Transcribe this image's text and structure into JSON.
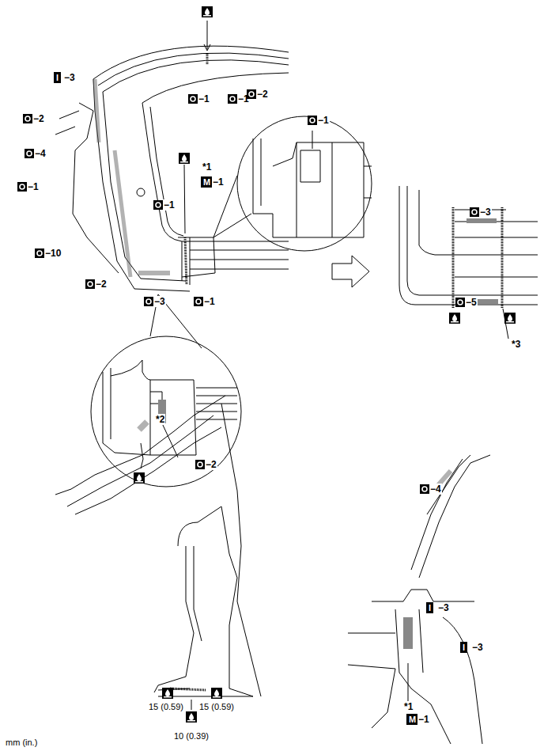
{
  "diagram": {
    "labels": [
      "−1",
      "−1",
      "−2",
      "I",
      "−3",
      "−2",
      "−4",
      "−1",
      "−10",
      "−2",
      "−3",
      "−1",
      "−1",
      "*1",
      "M",
      "−1",
      "−1",
      "−3",
      "−5",
      "*3",
      "−2",
      "*2",
      "15 (0.59)",
      "10 (0.39)",
      "15 (0.59)",
      "mm (in.)",
      "−4",
      "I",
      "−3",
      "I",
      "−3",
      "*1",
      "M",
      "−1"
    ]
  }
}
